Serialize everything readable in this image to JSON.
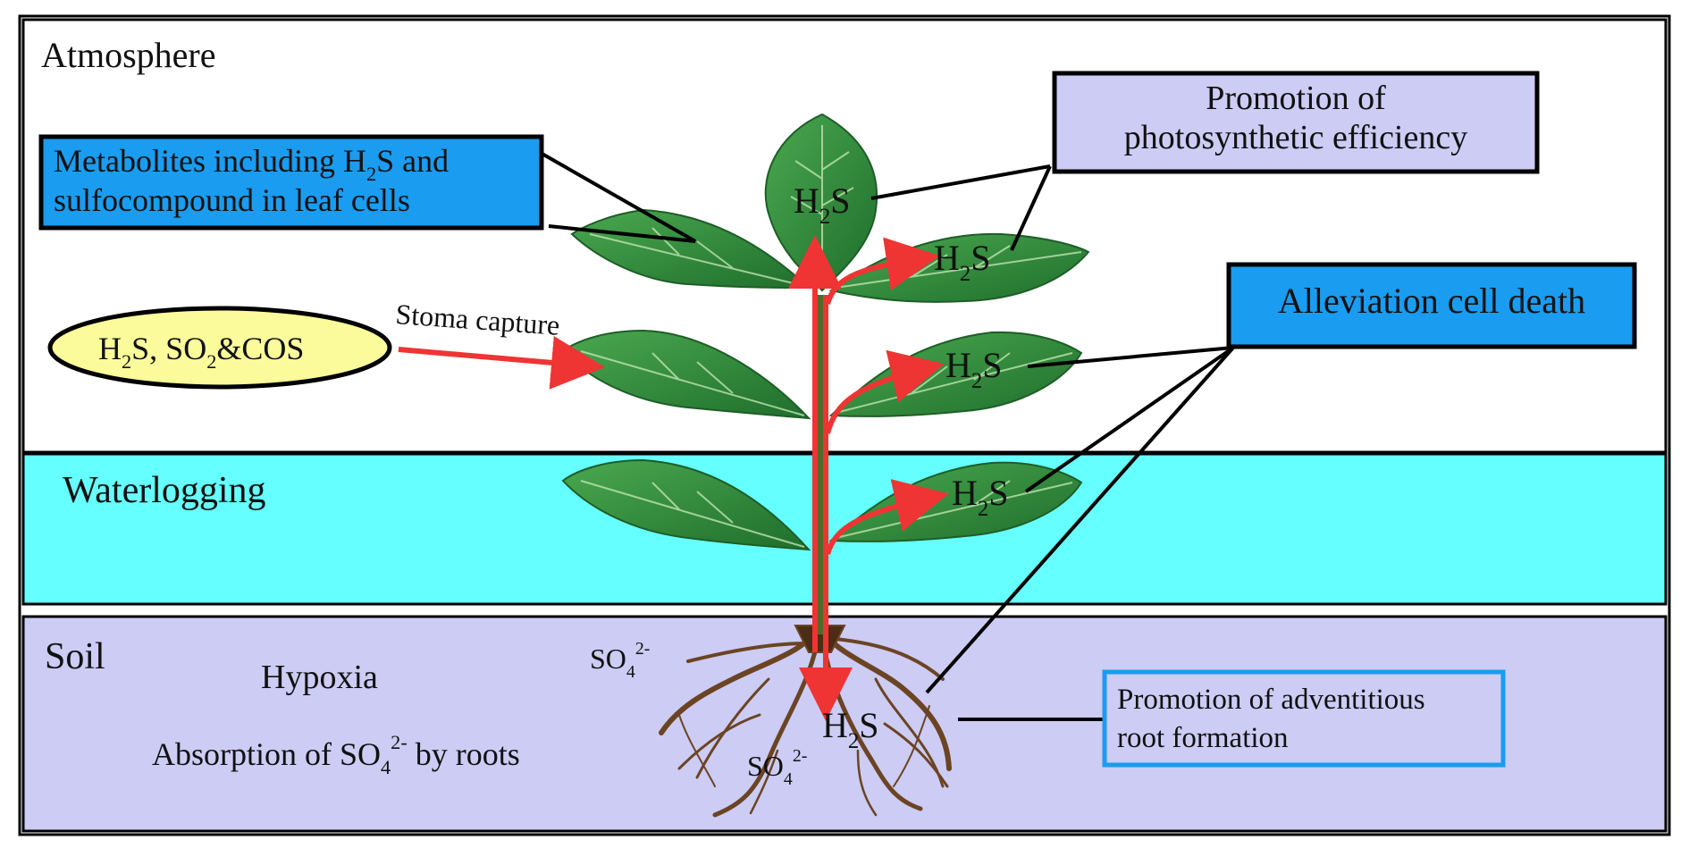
{
  "zones": {
    "atmosphere": "Atmosphere",
    "waterlogging": "Waterlogging",
    "soil": "Soil"
  },
  "labels": {
    "hypoxia": "Hypoxia",
    "stoma_capture": "Stoma capture",
    "absorption": {
      "prefix": "Absorption of SO",
      "sub": "4",
      "sup": "2-",
      "suffix": " by roots"
    },
    "so4_upper": {
      "base": "SO",
      "sub": "4",
      "sup": "2-"
    },
    "so4_lower": {
      "base": "SO",
      "sub": "4",
      "sup": "2-"
    }
  },
  "gases": {
    "h2s": "H",
    "h2s_sub": "2",
    "h2s_tail": "S, SO",
    "so2_sub": "2",
    "tail": "&COS"
  },
  "h2s_label": {
    "base": "H",
    "sub": "2",
    "tail": "S"
  },
  "boxes": {
    "metabolites": {
      "line1_prefix": "Metabolites including H",
      "line1_sub": "2",
      "line1_suffix": "S and",
      "line2": "sulfocompound in leaf cells"
    },
    "photosynthesis": {
      "line1": "Promotion of",
      "line2": "photosynthetic efficiency"
    },
    "cell_death": "Alleviation cell death",
    "adventitious": {
      "line1": "Promotion of adventitious",
      "line2": "root formation"
    }
  },
  "colors": {
    "atmosphere": "#ffffff",
    "waterlogging": "#66ffff",
    "soil": "#ccccf5",
    "blue_box": "#1a9cf0",
    "lavender_box": "#ccccf5",
    "gas_ellipse": "#fbfb9b",
    "arrow": "#ef3434",
    "leaf": "#2f8f3c",
    "root": "#6b4423"
  }
}
